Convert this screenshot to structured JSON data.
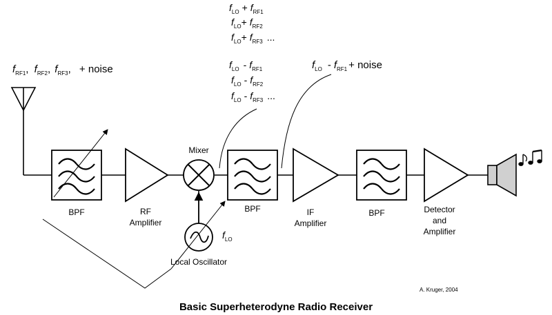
{
  "title": "Basic Superheterodyne Radio Receiver",
  "credit": "A. Kruger, 2004",
  "input_signal": {
    "f": "f",
    "subs": [
      "RF1",
      "RF2",
      "RF3"
    ],
    "sep1": ",",
    "sep2": ",",
    "sep3": ",",
    "plus_noise": "+ noise"
  },
  "mixer_outputs": {
    "sum": [
      {
        "lo": "LO",
        "op": "+",
        "rf": "RF1",
        "tail": ""
      },
      {
        "lo": "LO",
        "op": "+",
        "rf": "RF2",
        "tail": ""
      },
      {
        "lo": "LO",
        "op": "+",
        "rf": "RF3",
        "tail": "..."
      }
    ],
    "diff": [
      {
        "lo": "LO",
        "op": "-",
        "rf": "RF1",
        "tail": ""
      },
      {
        "lo": "LO",
        "op": "-",
        "rf": "RF2",
        "tail": ""
      },
      {
        "lo": "LO",
        "op": "-",
        "rf": "RF3",
        "tail": "..."
      }
    ]
  },
  "if_signal": {
    "lo": "LO",
    "op": "-",
    "rf": "RF1",
    "tail": "+ noise"
  },
  "lo_label": {
    "sub": "LO"
  },
  "blocks": {
    "bpf1": {
      "label": "BPF"
    },
    "rf_amp": {
      "line1": "RF",
      "line2": "Amplifier"
    },
    "mixer": {
      "label": "Mixer"
    },
    "local_osc": {
      "label": "Local Oscillator"
    },
    "bpf2": {
      "label": "BPF"
    },
    "if_amp": {
      "line1": "IF",
      "line2": "Amplifier"
    },
    "bpf3": {
      "label": "BPF"
    },
    "detector": {
      "line1": "Detector",
      "line2": "and",
      "line3": "Amplifier"
    }
  }
}
